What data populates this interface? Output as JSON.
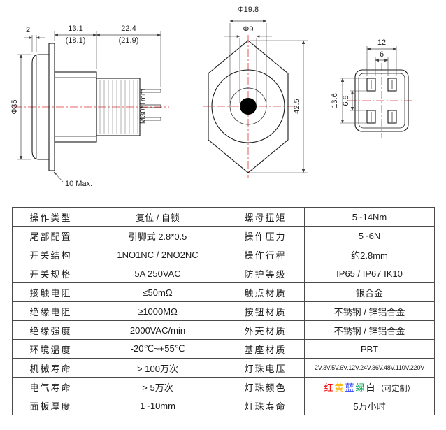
{
  "drawings": {
    "side": {
      "dim_lip": "2",
      "dim_head_len": "13.1",
      "dim_head_len_alt": "(18.1)",
      "dim_body_len": "22.4",
      "dim_body_len_alt": "(21.9)",
      "dim_diameter": "Φ35",
      "thread": "M30*1mm",
      "panel_max": "10 Max."
    },
    "front": {
      "dim_ring": "Φ19.8",
      "dim_dot": "Φ9",
      "dim_height": "42.5"
    },
    "rear": {
      "dim_outer_w": "12",
      "dim_inner_w": "6",
      "dim_outer_h": "13.6",
      "dim_inner_h": "6.8"
    }
  },
  "table": {
    "rows": [
      {
        "l1": "操作类型",
        "v1": "复位 / 自锁",
        "l2": "螺母扭矩",
        "v2": "5~14Nm"
      },
      {
        "l1": "尾部配置",
        "v1": "引脚式 2.8*0.5",
        "l2": "操作压力",
        "v2": "5~6N"
      },
      {
        "l1": "开关结构",
        "v1": "1NO1NC / 2NO2NC",
        "l2": "操作行程",
        "v2": "约2.8mm"
      },
      {
        "l1": "开关规格",
        "v1": "5A 250VAC",
        "l2": "防护等级",
        "v2": "IP65 / IP67  IK10"
      },
      {
        "l1": "接触电阻",
        "v1": "≤50mΩ",
        "l2": "触点材质",
        "v2": "银合金"
      },
      {
        "l1": "绝缘电阻",
        "v1": "≥1000MΩ",
        "l2": "按钮材质",
        "v2": "不锈钢 / 锌铝合金"
      },
      {
        "l1": "绝缘强度",
        "v1": "2000VAC/min",
        "l2": "外壳材质",
        "v2": "不锈钢 / 锌铝合金"
      },
      {
        "l1": "环境温度",
        "v1": "-20℃~+55℃",
        "l2": "基座材质",
        "v2": "PBT"
      },
      {
        "l1": "机械寿命",
        "v1": "> 100万次",
        "l2": "灯珠电压",
        "v2": "2V.3V.5V.6V.12V.24V.36V.48V.110V.220V"
      },
      {
        "l1": "电气寿命",
        "v1": "> 5万次",
        "l2": "灯珠颜色"
      },
      {
        "l1": "面板厚度",
        "v1": "1~10mm",
        "l2": "灯珠寿命",
        "v2": "5万小时"
      }
    ],
    "lamp_colors": {
      "red": "红",
      "yellow": "黄",
      "blue": "蓝",
      "green": "绿",
      "white": "白",
      "note": "（可定制）"
    }
  },
  "colors": {
    "centerline": "#e03030",
    "lamp_red": "#ff0000",
    "lamp_yellow": "#ffb400",
    "lamp_blue": "#2b3cff",
    "lamp_green": "#00a651",
    "table_border": "#4a4a4a"
  }
}
